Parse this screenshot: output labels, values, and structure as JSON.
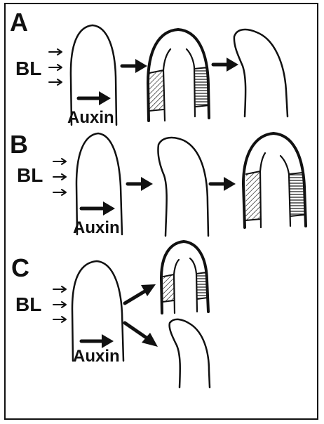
{
  "panels": [
    {
      "letter": "A",
      "light_label": "BL",
      "hormone_label": "Auxin"
    },
    {
      "letter": "B",
      "light_label": "BL",
      "hormone_label": "Auxin"
    },
    {
      "letter": "C",
      "light_label": "BL",
      "hormone_label": "Auxin"
    }
  ],
  "colors": {
    "ink": "#111111",
    "background": "#ffffff"
  }
}
